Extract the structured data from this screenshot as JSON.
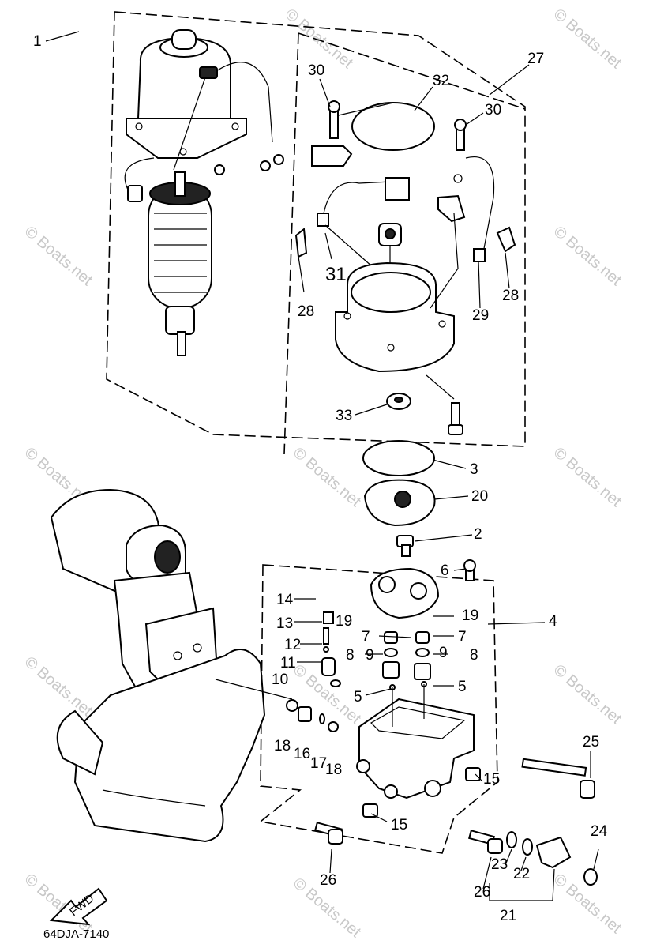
{
  "diagram": {
    "code": "64DJA-7140",
    "watermark": "© Boats.net",
    "fwd_label": "FWD",
    "callouts": [
      "1",
      "2",
      "3",
      "4",
      "5",
      "5",
      "6",
      "7",
      "7",
      "8",
      "8",
      "9",
      "9",
      "10",
      "11",
      "12",
      "13",
      "14",
      "15",
      "15",
      "16",
      "17",
      "18",
      "18",
      "19",
      "19",
      "20",
      "21",
      "22",
      "23",
      "24",
      "25",
      "26",
      "26",
      "27",
      "28",
      "28",
      "29",
      "30",
      "30",
      "31",
      "32",
      "33"
    ]
  }
}
